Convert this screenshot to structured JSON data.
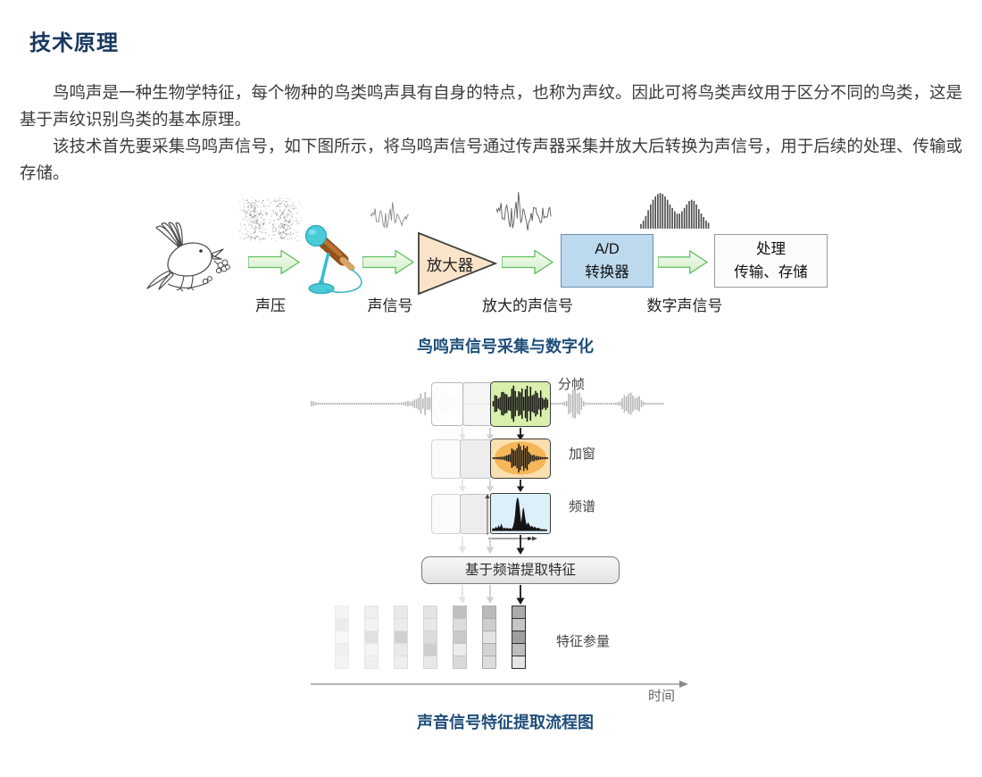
{
  "article": {
    "heading": "技术原理",
    "paragraphs": [
      "鸟鸣声是一种生物学特征，每个物种的鸟类鸣声具有自身的特点，也称为声纹。因此可将鸟类声纹用于区分不同的鸟类，这是基于声纹识别鸟类的基本原理。",
      "该技术首先要采集鸟鸣声信号，如下图所示，将鸟鸣声信号通过传声器采集并放大后转换为声信号，用于后续的处理、传输或存储。"
    ]
  },
  "figure1": {
    "caption": "鸟鸣声信号采集与数字化",
    "nodes": {
      "amplifier": "放大器",
      "adc_line1": "A/D",
      "adc_line2": "转换器",
      "process_line1": "处理",
      "process_line2": "传输、存储"
    },
    "labels": {
      "sound_pressure": "声压",
      "sound_signal": "声信号",
      "amplified_signal": "放大的声信号",
      "digital_signal": "数字声信号"
    },
    "icons": {
      "bird": "bird-sketch-icon",
      "microphone": "microphone-icon",
      "noise": "sound-pressure-dots-icon",
      "small_wave": "waveform-small-icon",
      "large_wave": "waveform-large-icon",
      "digital_wave": "digital-samples-icon",
      "arrow": "green-block-arrow-icon"
    },
    "colors": {
      "arrow_fill": "#E9F8E2",
      "arrow_border": "#5FBF5F",
      "amplifier_fill": "#F9E4CA",
      "adc_fill": "#BCD9EE",
      "adc_border": "#6B8DB0",
      "process_fill": "#FBFBFB",
      "process_border": "#999999"
    }
  },
  "figure2": {
    "caption": "声音信号特征提取流程图",
    "steps": {
      "framing": "分帧",
      "windowing": "加窗",
      "spectrum": "频谱",
      "extract": "基于频谱提取特征",
      "features": "特征参量",
      "time_axis": "时间"
    },
    "colors": {
      "frame_green": "#D9EFAD",
      "window_orange": "#FADFB0",
      "window_glow": "#F3A93C",
      "spectrum_blue": "#DCF0FA",
      "waveform_gray": "#B7B7B7"
    },
    "feature_matrix": {
      "columns": [
        {
          "border": "#ececec",
          "cells": [
            0.05,
            0.09,
            0.03,
            0.07,
            0.05
          ]
        },
        {
          "border": "#e6e6e6",
          "cells": [
            0.08,
            0.06,
            0.14,
            0.05,
            0.07
          ]
        },
        {
          "border": "#dedede",
          "cells": [
            0.1,
            0.09,
            0.22,
            0.1,
            0.08
          ]
        },
        {
          "border": "#d6d6d6",
          "cells": [
            0.13,
            0.11,
            0.17,
            0.23,
            0.11
          ]
        },
        {
          "border": "#c2c2c2",
          "cells": [
            0.3,
            0.17,
            0.26,
            0.09,
            0.18
          ]
        },
        {
          "border": "#ababab",
          "cells": [
            0.33,
            0.23,
            0.13,
            0.21,
            0.16
          ]
        },
        {
          "border": "#2f2f2f",
          "cells": [
            0.4,
            0.27,
            0.46,
            0.31,
            0.13
          ]
        }
      ]
    }
  },
  "page_colors": {
    "heading": "#17375E",
    "caption": "#1F4E79",
    "body_text": "#3B3B3B",
    "background": "#FFFFFF"
  }
}
